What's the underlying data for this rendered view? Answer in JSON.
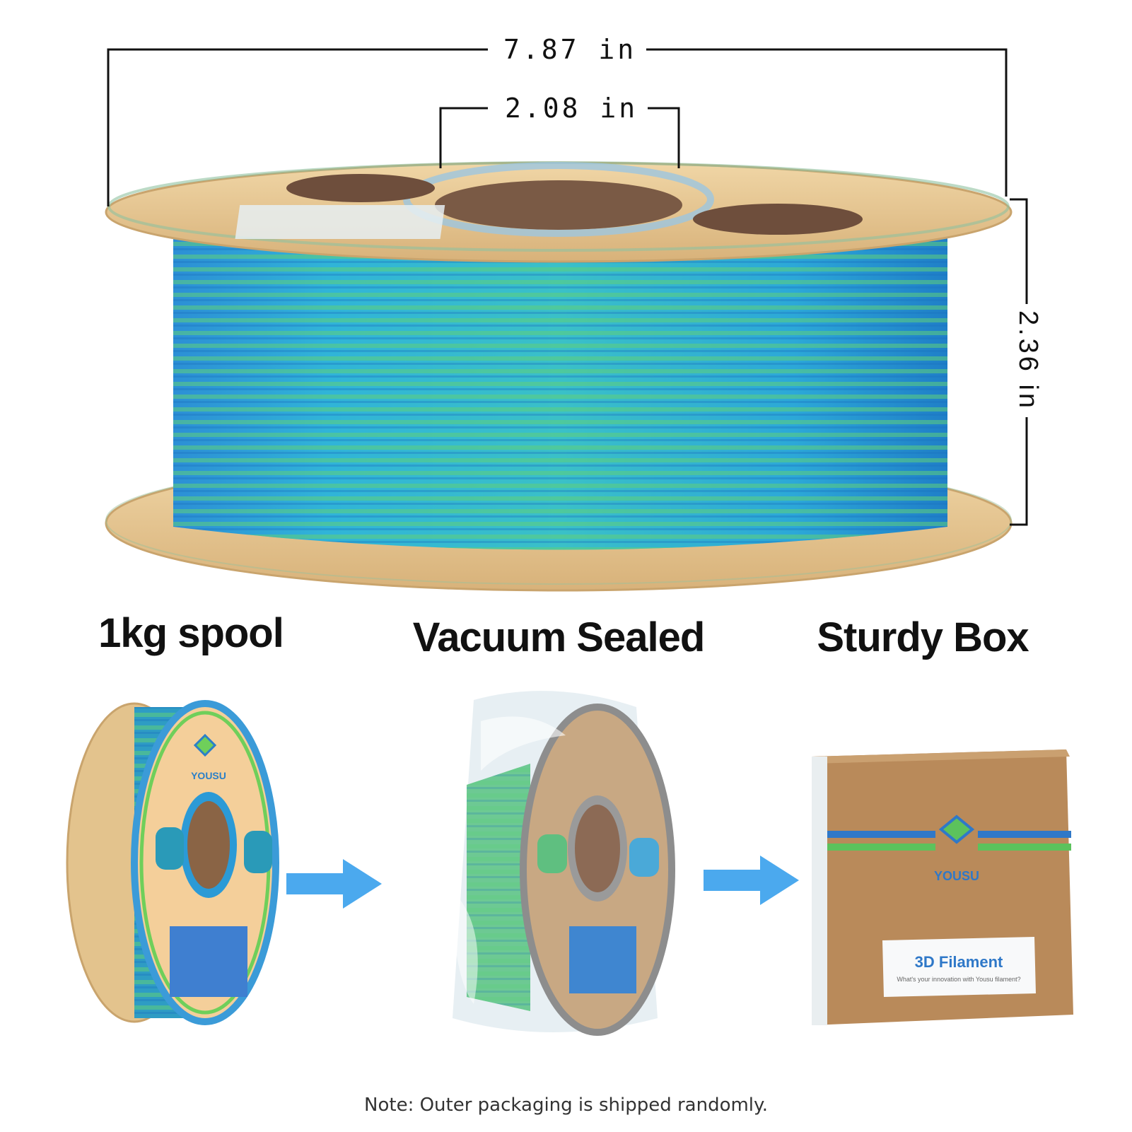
{
  "dimensions": {
    "outer_diameter": "7.87 in",
    "hub_diameter": "2.08 in",
    "width": "2.36 in"
  },
  "features": [
    {
      "label": "1kg spool"
    },
    {
      "label": "Vacuum Sealed"
    },
    {
      "label": "Sturdy Box"
    }
  ],
  "brand": {
    "logo_text": "YOUSU",
    "box_label_title": "3D Filament",
    "box_label_tagline": "What's your innovation with Yousu filament?"
  },
  "note": "Note: Outer packaging is shipped randomly.",
  "colors": {
    "filament_blue": "#2a9fd8",
    "filament_green": "#4cc36a",
    "spool_cardboard": "#e8c890",
    "box_kraft": "#b98a5a",
    "arrow_blue": "#4ba9ee"
  },
  "icons": [
    "arrow-right-icon",
    "arrow-right-icon"
  ]
}
